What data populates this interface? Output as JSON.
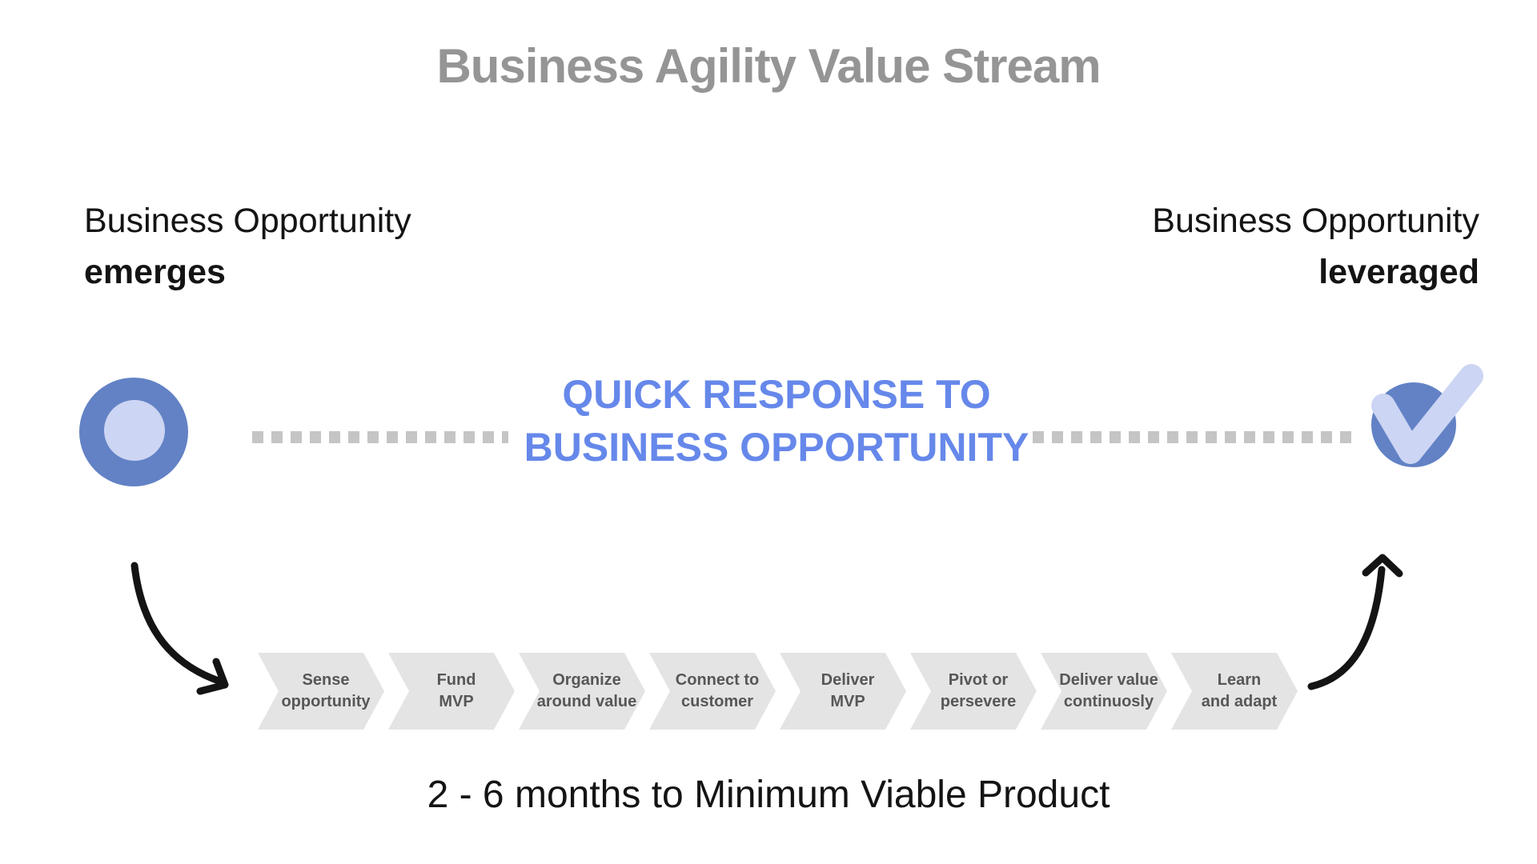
{
  "title": "Business Agility Value Stream",
  "start_label": {
    "line1": "Business Opportunity",
    "line2": "emerges"
  },
  "end_label": {
    "line1": "Business Opportunity",
    "line2": "leveraged"
  },
  "center_label": {
    "line1": "QUICK RESPONSE TO",
    "line2": "BUSINESS OPPORTUNITY"
  },
  "steps": [
    {
      "line1": "Sense",
      "line2": "opportunity"
    },
    {
      "line1": "Fund",
      "line2": "MVP"
    },
    {
      "line1": "Organize",
      "line2": "around value"
    },
    {
      "line1": "Connect to",
      "line2": "customer"
    },
    {
      "line1": "Deliver",
      "line2": "MVP"
    },
    {
      "line1": "Pivot or",
      "line2": "persevere"
    },
    {
      "line1": "Deliver value",
      "line2": "continuosly"
    },
    {
      "line1": "Learn",
      "line2": "and adapt"
    }
  ],
  "footer": "2 - 6 months to Minimum Viable Product",
  "icons": {
    "start": "circle-dot-icon",
    "end": "checkmark-icon",
    "left_arrow": "curved-arrow-down-icon",
    "right_arrow": "curved-arrow-up-icon"
  },
  "colors": {
    "title_gray": "#959595",
    "accent_blue": "#6282c5",
    "light_lavender": "#ccd5f3",
    "center_text_blue": "#6688ea",
    "dash_gray": "#c5c5c5",
    "chevron_gray": "#e4e4e4",
    "chevron_text": "#575757",
    "ink_black": "#141414"
  }
}
